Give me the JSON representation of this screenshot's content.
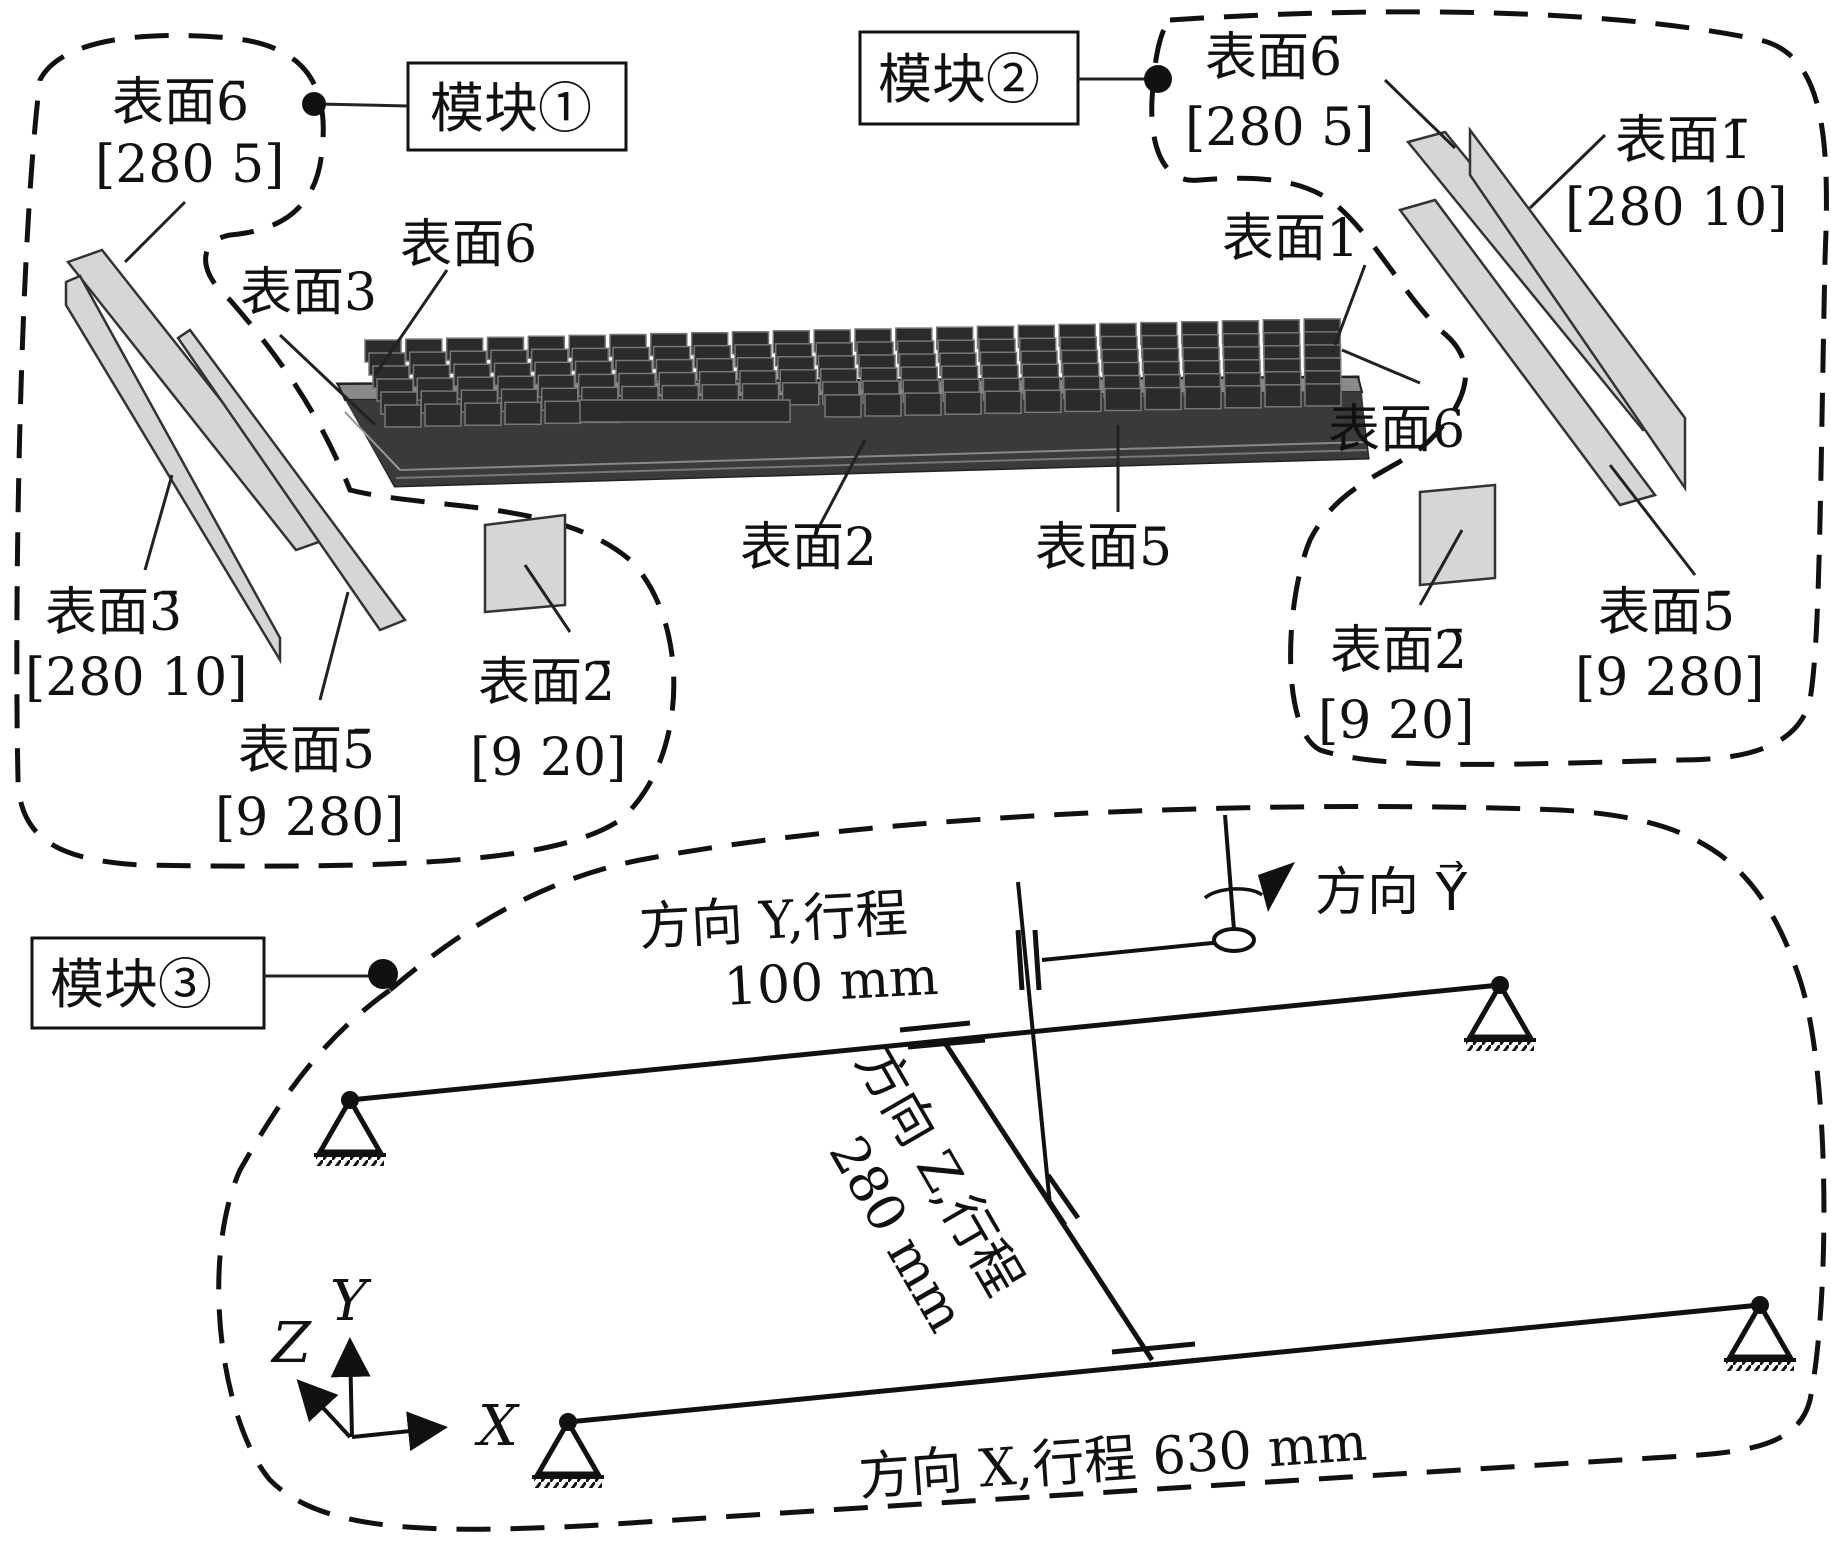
{
  "modules": {
    "m1": "模块①",
    "m2": "模块②",
    "m3": "模块③"
  },
  "keyboard_labels": {
    "s3": "表面3",
    "s6_left": "表面6",
    "s1": "表面1",
    "s6_right": "表面6",
    "s2": "表面2",
    "s5": "表面5"
  },
  "module1": {
    "s6bar": {
      "label": "表面6̄",
      "dims": "[280  5]"
    },
    "s3bar": {
      "label": "表面3̄",
      "dims": "[280  10]"
    },
    "s5bar": {
      "label": "表面5̄",
      "dims": "[9  280]"
    },
    "s2bar": {
      "label": "表面2̄",
      "dims": "[9  20]"
    }
  },
  "module2": {
    "s6bar": {
      "label": "表面6̄",
      "dims": "[280  5]"
    },
    "s1bar": {
      "label": "表面1̄",
      "dims": "[280  10]"
    },
    "s5bar": {
      "label": "表面5̄",
      "dims": "[9  280]"
    },
    "s2bar": {
      "label": "表面2̄",
      "dims": "[9  20]"
    }
  },
  "module3": {
    "dir_y_travel": "方向 Y,行程",
    "dir_y_amount": "100 mm",
    "dir_y_vec": "方向 Y⃗",
    "dir_z_travel": "方向 Z,行程",
    "dir_z_amount": "280 mm",
    "dir_x_travel": "方向 X,行程 630 mm"
  },
  "axes": {
    "x": "X",
    "y": "Y",
    "z": "Z"
  }
}
